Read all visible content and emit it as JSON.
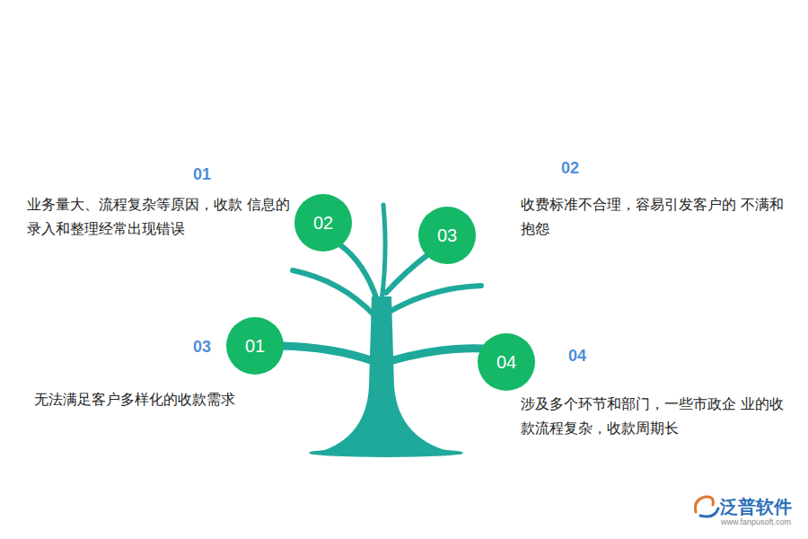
{
  "diagram": {
    "nodes": [
      {
        "text": [
          "02"
        ]
      },
      {
        "text": [
          "03"
        ]
      },
      {
        "text": [
          "01"
        ]
      },
      {
        "text": [
          "04"
        ]
      }
    ],
    "labels": [
      "01",
      "业务量大、流程复杂等原因，收款 信息的录入和整理经常出现错误",
      "02",
      "收费标准不合理，容易引发客户的 不满和抱怨",
      "03",
      "无法满足客户多样化的收款需求",
      "04",
      "涉及多个环节和部门，一些市政企 业的收款流程复杂，收款周期长",
      "泛普软件",
      "www.fanpusoft.com"
    ]
  }
}
